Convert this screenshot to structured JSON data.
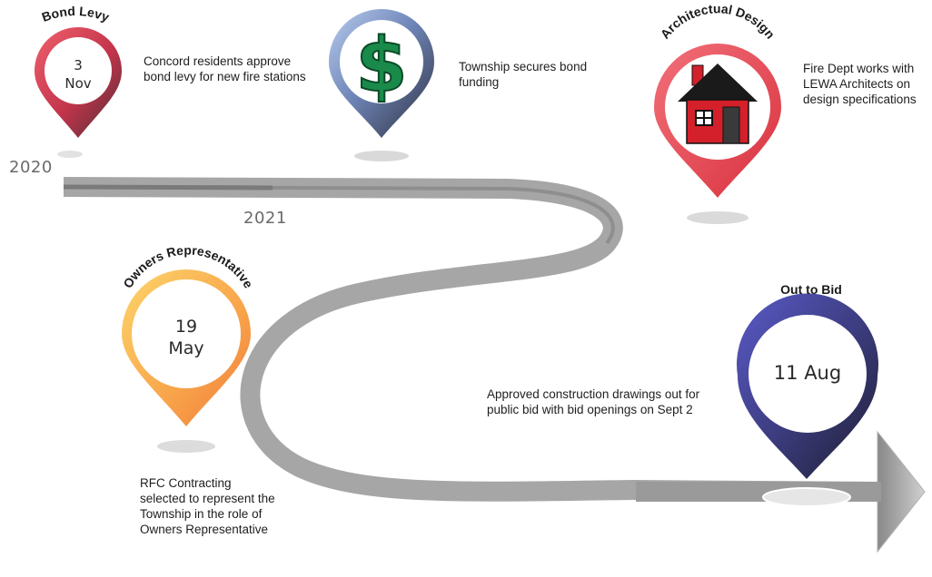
{
  "years": {
    "start": "2020",
    "next": "2021"
  },
  "milestones": [
    {
      "title": "Bond Levy",
      "day": "3",
      "month": "Nov",
      "description": "Concord residents approve bond levy for new fire stations"
    },
    {
      "icon": "dollar-sign-icon",
      "description": "Township secures bond funding"
    },
    {
      "title": "Architectual Design",
      "icon": "house-icon",
      "description": "Fire Dept works with LEWA Architects on design specifications"
    },
    {
      "title": "Owners Representative",
      "day": "19",
      "month": "May",
      "description": "RFC Contracting selected to represent the Township in the role of Owners Representative"
    },
    {
      "title": "Out to Bid",
      "date": "11 Aug",
      "description": "Approved construction drawings out for public bid with bid openings on Sept 2"
    }
  ],
  "colors": {
    "bond_levy_pin": "#e24a5c",
    "funding_pin": "#8aa6d8",
    "design_pin": "#e8525c",
    "owners_rep_pin": "#f7b24a",
    "out_to_bid_pin": "#4a4aa8",
    "road": "#9a9a9a",
    "dollar_green": "#1a8a4a",
    "house_red": "#d4202a"
  }
}
